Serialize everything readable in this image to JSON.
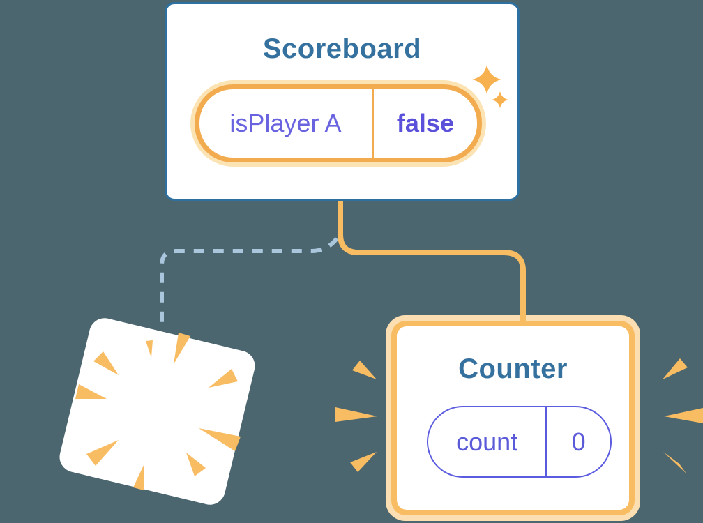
{
  "scoreboard": {
    "title": "Scoreboard",
    "pill": {
      "label": "isPlayer A",
      "value": "false"
    }
  },
  "counter": {
    "title": "Counter",
    "pill": {
      "label": "count",
      "value": "0"
    }
  },
  "icons": {
    "sparkles": "sparkles-icon",
    "poof": "poof-burst-icon",
    "emphasis": "emphasis-rays-icon"
  },
  "colors": {
    "background": "#4B666F",
    "card_border_blue": "#2E70A0",
    "title_blue": "#35719E",
    "pill_ring_orange": "#F2AB4E",
    "pill_halo_orange": "#FBE3B4",
    "counter_ring_orange": "#F8BC63",
    "counter_halo_orange": "#FBDFB2",
    "connector_orange": "#F8BC63",
    "connector_dashed_blue": "#A9C6DC",
    "state_label_purple": "#6A63E0",
    "state_value_purple": "#5A50D9",
    "counter_pill_purple": "#5B5BD9",
    "burst_orange": "#F8BC63",
    "card_white": "#FFFFFF"
  }
}
